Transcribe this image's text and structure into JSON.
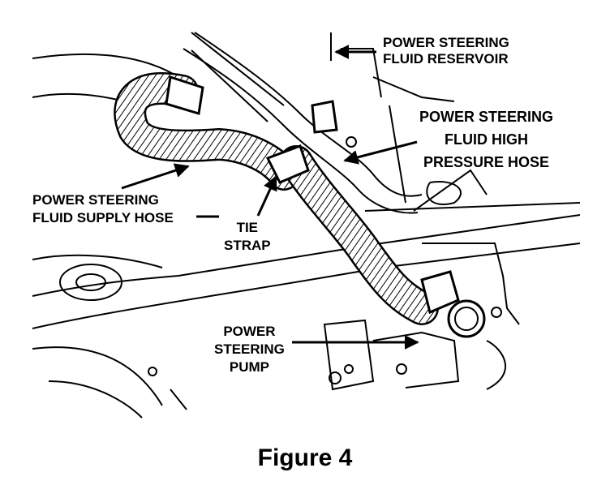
{
  "labels": {
    "reservoir": {
      "line1": "POWER STEERING",
      "line2": "FLUID RESERVOIR"
    },
    "high_pressure": {
      "line1": "POWER STEERING",
      "line2": "FLUID HIGH",
      "line3": "PRESSURE HOSE"
    },
    "supply": {
      "line1": "POWER STEERING",
      "line2": "FLUID SUPPLY HOSE"
    },
    "tie_strap": {
      "line1": "TIE",
      "line2": "STRAP"
    },
    "pump": {
      "line1": "POWER",
      "line2": "STEERING",
      "line3": "PUMP"
    }
  },
  "caption": "Figure 4"
}
